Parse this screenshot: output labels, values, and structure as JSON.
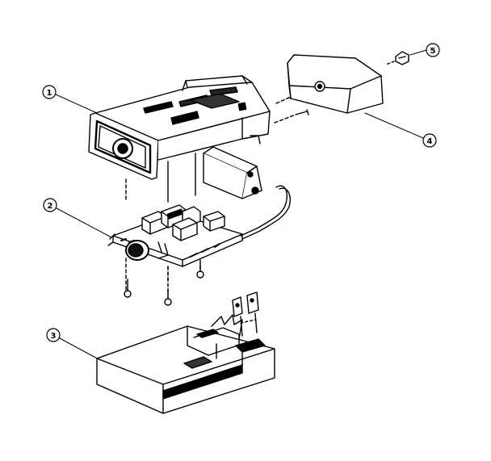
{
  "colors": {
    "ink": "#000000",
    "paper": "#ffffff",
    "shade": "#3a3a3a"
  },
  "callouts": [
    {
      "id": "callout-1",
      "label": "1"
    },
    {
      "id": "callout-2",
      "label": "2"
    },
    {
      "id": "callout-3",
      "label": "3"
    },
    {
      "id": "callout-4",
      "label": "4"
    },
    {
      "id": "callout-5",
      "label": "5"
    }
  ],
  "parts": [
    {
      "name": "top-housing-part",
      "callout": "1"
    },
    {
      "name": "circuit-board-assembly-part",
      "callout": "2"
    },
    {
      "name": "bottom-case-part",
      "callout": "3"
    },
    {
      "name": "battery-cover-part",
      "callout": "4"
    },
    {
      "name": "cover-screw-part",
      "callout": "5"
    }
  ]
}
